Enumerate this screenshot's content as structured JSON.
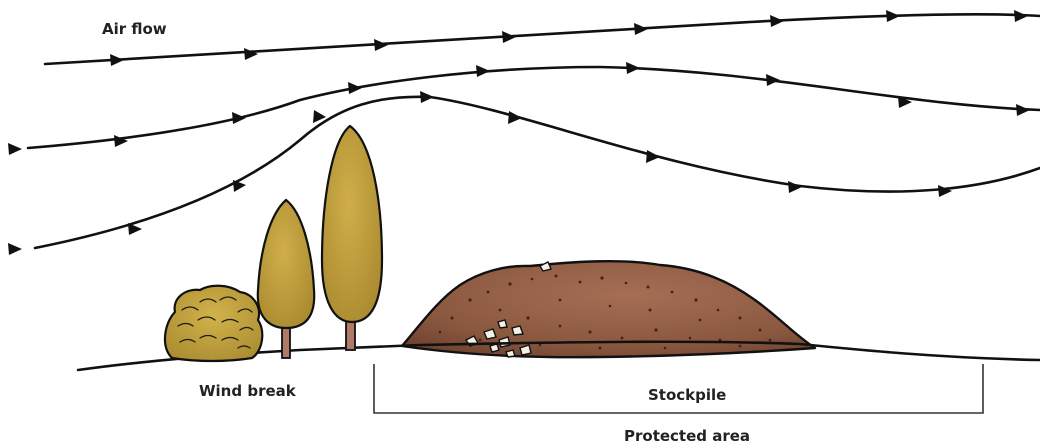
{
  "labels": {
    "air_flow": "Air flow",
    "wind_break": "Wind break",
    "stockpile": "Stockpile",
    "protected_area": "Protected area"
  },
  "colors": {
    "line": "#111111",
    "text": "#222222",
    "tree_fill": "#c3a03c",
    "tree_shade": "#a88930",
    "bush_fill": "#c4a43e",
    "trunk": "#b07a68",
    "pile_fill": "#8c5a44",
    "pile_dark": "#6e4030",
    "pile_light": "#a77258",
    "rock_fill": "#f4f0e6"
  }
}
